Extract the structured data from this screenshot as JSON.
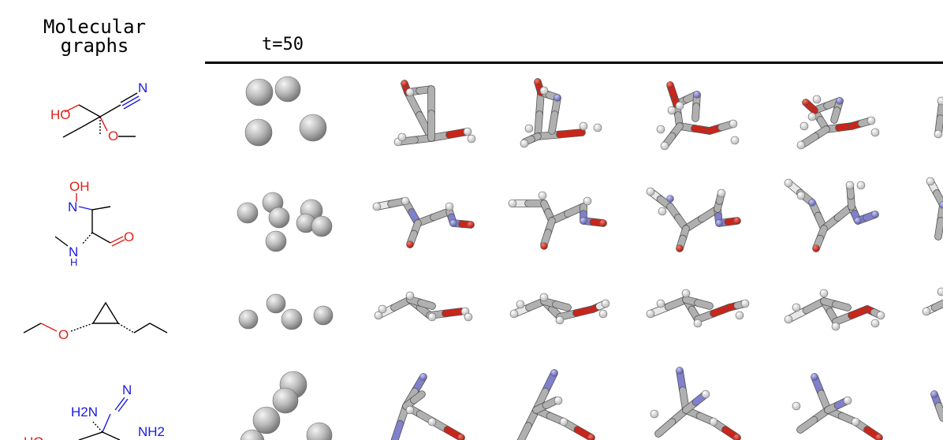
{
  "header": {
    "column_title": "Molecular\ngraphs",
    "timestep_label": "t=50"
  },
  "colors": {
    "carbon": "#b4b4b4",
    "hydrogen": "#eeeeee",
    "oxygen": "#d42a1e",
    "nitrogen": "#8a8ad6",
    "line": "#000000",
    "label_o": "#e0201a",
    "label_n": "#1a1ae0"
  },
  "molecules": [
    {
      "name": "row-1",
      "labels": [
        "HO",
        "N",
        "O"
      ]
    },
    {
      "name": "row-2",
      "labels": [
        "OH",
        "N",
        "N",
        "H",
        "O"
      ]
    },
    {
      "name": "row-3",
      "labels": [
        "O"
      ]
    },
    {
      "name": "row-4",
      "labels": [
        "N",
        "H2N",
        "NH2",
        "HO"
      ]
    }
  ]
}
